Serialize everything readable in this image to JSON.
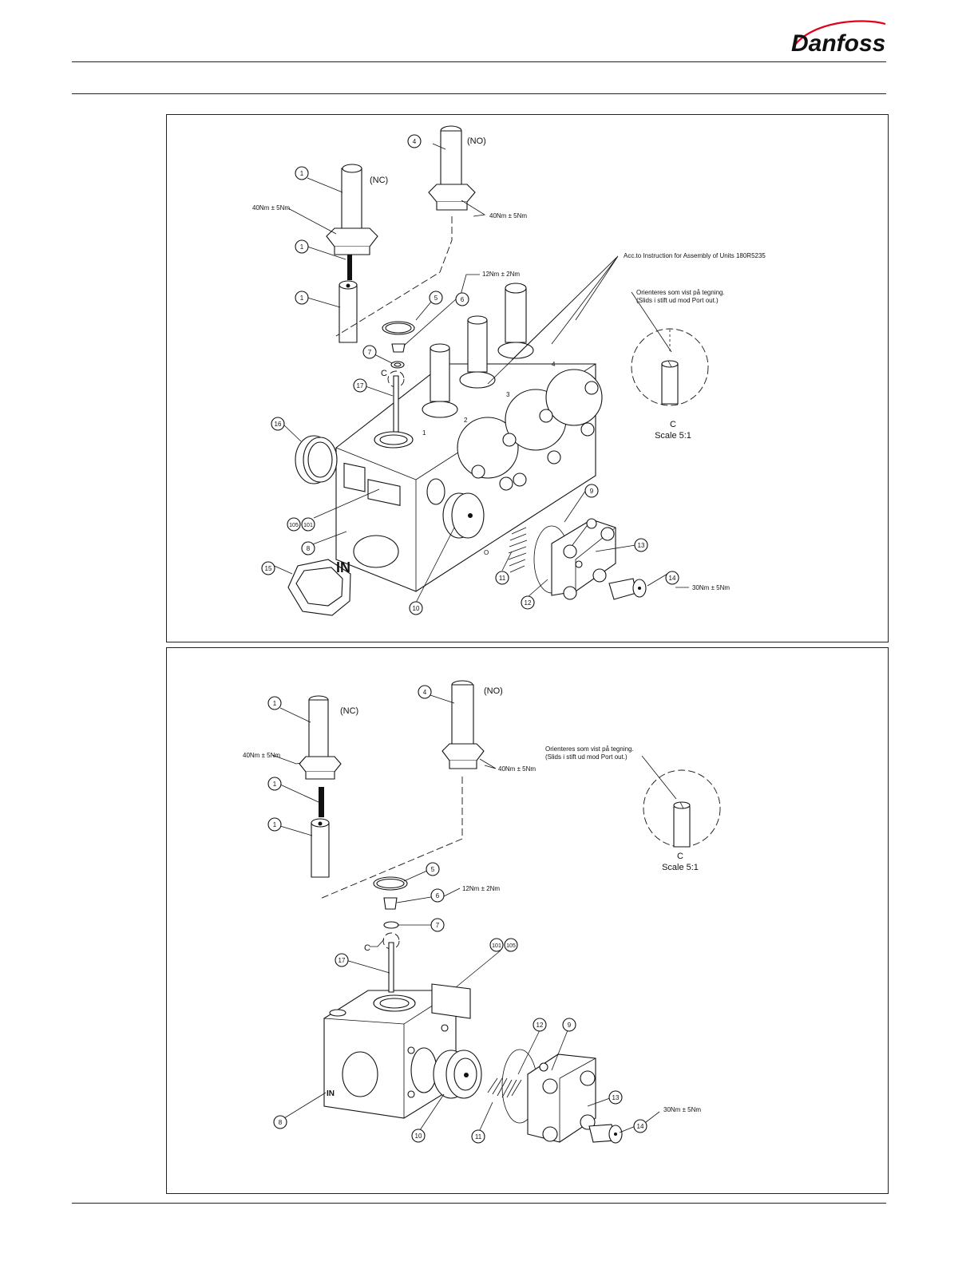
{
  "brand": {
    "logo_text": "Danfoss",
    "color": "#e2001a"
  },
  "panel_top": {
    "bubbles": [
      "1",
      "1",
      "1",
      "4",
      "5",
      "6",
      "7",
      "17",
      "16",
      "105",
      "101",
      "8",
      "15",
      "10",
      "9",
      "11",
      "12",
      "13",
      "14"
    ],
    "labels": {
      "nc": "(NC)",
      "no": "(NO)",
      "torque_40_left": "40Nm ± 5Nm",
      "torque_40_right": "40Nm ± 5Nm",
      "torque_12": "12Nm ± 2Nm",
      "torque_30": "30Nm ± 5Nm",
      "instruction": "Acc.to Instruction for Assembly of Units 180R5235",
      "orient_line1": "Orienteres som vist på tegning.",
      "orient_line2": "(Slids i stift ud mod Port out.)",
      "detail_letter": "C",
      "detail_scale": "Scale 5:1",
      "detail_mark": "C",
      "port_in": "IN",
      "port_out": "O",
      "marks": [
        "1",
        "2",
        "3",
        "4"
      ]
    }
  },
  "panel_bottom": {
    "bubbles": [
      "1",
      "1",
      "1",
      "4",
      "5",
      "6",
      "7",
      "17",
      "101",
      "105",
      "8",
      "10",
      "11",
      "12",
      "9",
      "13",
      "14"
    ],
    "labels": {
      "nc": "(NC)",
      "no": "(NO)",
      "torque_40_left": "40Nm ± 5Nm",
      "torque_40_right": "40Nm ± 5Nm",
      "torque_12": "12Nm ± 2Nm",
      "torque_30": "30Nm ± 5Nm",
      "orient_line1": "Orienteres som vist på tegning.",
      "orient_line2": "(Slids i stift ud mod Port out.)",
      "detail_letter": "C",
      "detail_scale": "Scale 5:1",
      "detail_mark": "C",
      "port_in": "IN"
    }
  }
}
